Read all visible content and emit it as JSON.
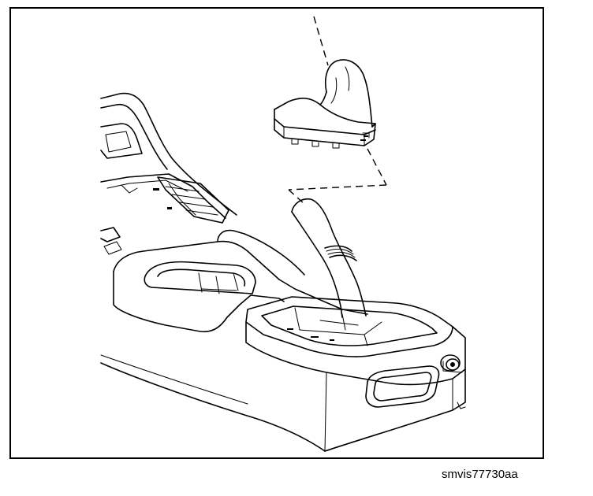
{
  "figure": {
    "reference_code": "smvis77730aa"
  },
  "components": [
    {
      "name": "shift-knob-boot"
    },
    {
      "name": "shift-lever"
    },
    {
      "name": "center-console"
    },
    {
      "name": "cup-holder"
    },
    {
      "name": "storage-tray"
    },
    {
      "name": "power-outlet"
    },
    {
      "name": "console-bin-door"
    }
  ],
  "colors": {
    "line": "#000000",
    "background": "#ffffff"
  }
}
